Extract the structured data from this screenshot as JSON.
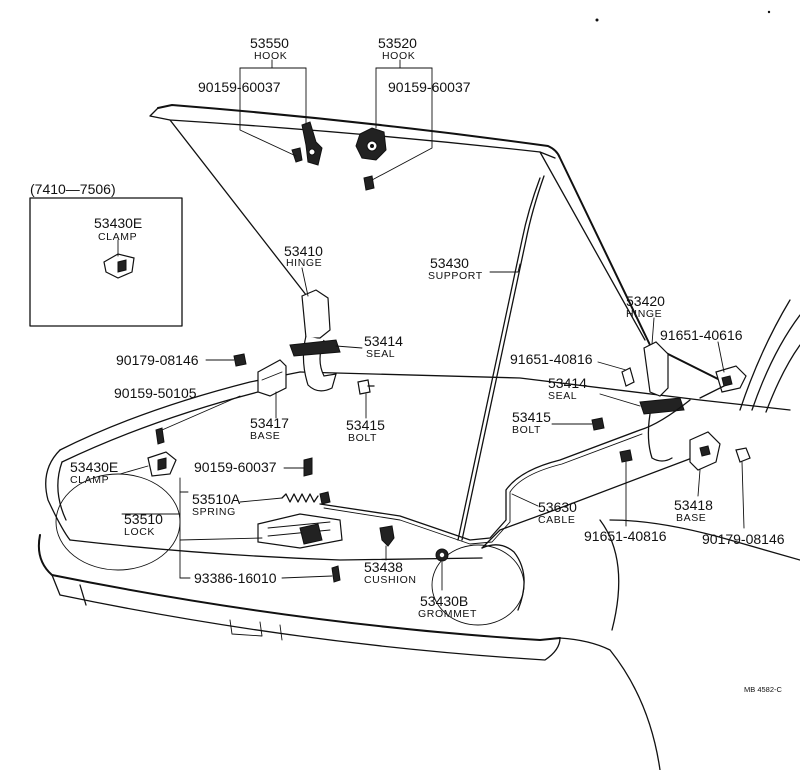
{
  "inset": {
    "range": "(7410—7506)",
    "part_number": "53430E",
    "part_name": "CLAMP"
  },
  "callouts": [
    {
      "id": "hook-left",
      "number": "53550",
      "name": "HOOK"
    },
    {
      "id": "hook-right",
      "number": "53520",
      "name": "HOOK"
    },
    {
      "id": "bolt-hook-left",
      "number": "90159-60037",
      "name": ""
    },
    {
      "id": "bolt-hook-right",
      "number": "90159-60037",
      "name": ""
    },
    {
      "id": "hinge-left",
      "number": "53410",
      "name": "HINGE"
    },
    {
      "id": "support",
      "number": "53430",
      "name": "SUPPORT"
    },
    {
      "id": "hinge-right",
      "number": "53420",
      "name": "HINGE"
    },
    {
      "id": "bolt-91651-40616",
      "number": "91651-40616",
      "name": ""
    },
    {
      "id": "seal-left",
      "number": "53414",
      "name": "SEAL"
    },
    {
      "id": "nut-left",
      "number": "90179-08146",
      "name": ""
    },
    {
      "id": "bolt-91651-40816-upper",
      "number": "91651-40816",
      "name": ""
    },
    {
      "id": "seal-right",
      "number": "53414",
      "name": "SEAL"
    },
    {
      "id": "bolt-90159-50105",
      "number": "90159-50105",
      "name": ""
    },
    {
      "id": "base-left",
      "number": "53417",
      "name": "BASE"
    },
    {
      "id": "bolt-left-53415",
      "number": "53415",
      "name": "BOLT"
    },
    {
      "id": "bolt-right-53415",
      "number": "53415",
      "name": "BOLT"
    },
    {
      "id": "clamp",
      "number": "53430E",
      "name": "CLAMP"
    },
    {
      "id": "bolt-90159-60037-lock",
      "number": "90159-60037",
      "name": ""
    },
    {
      "id": "spring",
      "number": "53510A",
      "name": "SPRING"
    },
    {
      "id": "lock",
      "number": "53510",
      "name": "LOCK"
    },
    {
      "id": "cable",
      "number": "53630",
      "name": "CABLE"
    },
    {
      "id": "base-right",
      "number": "53418",
      "name": "BASE"
    },
    {
      "id": "bolt-91651-40816-lower",
      "number": "91651-40816",
      "name": ""
    },
    {
      "id": "nut-right",
      "number": "90179-08146",
      "name": ""
    },
    {
      "id": "cushion",
      "number": "53438",
      "name": "CUSHION"
    },
    {
      "id": "screw-93386",
      "number": "93386-16010",
      "name": ""
    },
    {
      "id": "grommet",
      "number": "53430B",
      "name": "GROMMET"
    }
  ],
  "figure_ref": "MB 4582-C"
}
